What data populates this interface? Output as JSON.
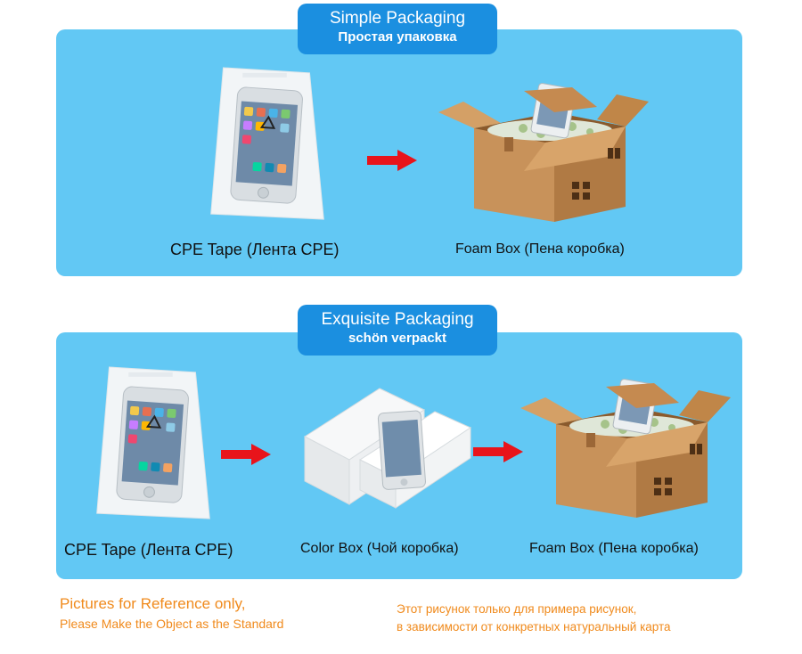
{
  "simple_packaging": {
    "title": "Simple Packaging",
    "subtitle": "Простая упаковка",
    "items": [
      {
        "label": "CPE Tape   (Лента CPE)"
      },
      {
        "label": "Foam Box  (Пена коробка)"
      }
    ]
  },
  "exquisite_packaging": {
    "title": "Exquisite Packaging",
    "subtitle": "schön verpackt",
    "items": [
      {
        "label": "CPE Tape   (Лента CPE)"
      },
      {
        "label": "Color Box  (Чой коробка)"
      },
      {
        "label": "Foam Box  (Пена коробка)"
      }
    ]
  },
  "footer": {
    "left_line1": "Pictures for Reference only,",
    "left_line2": "Please Make the Object as the Standard",
    "right_line1": "Этот рисунок только для примера рисунок,",
    "right_line2": "в зависимости от конкретных натуральный карта"
  },
  "colors": {
    "panel": "#62c8f4",
    "badge": "#1b8fe0",
    "arrow": "#e8141b",
    "note": "#f08a1c"
  }
}
